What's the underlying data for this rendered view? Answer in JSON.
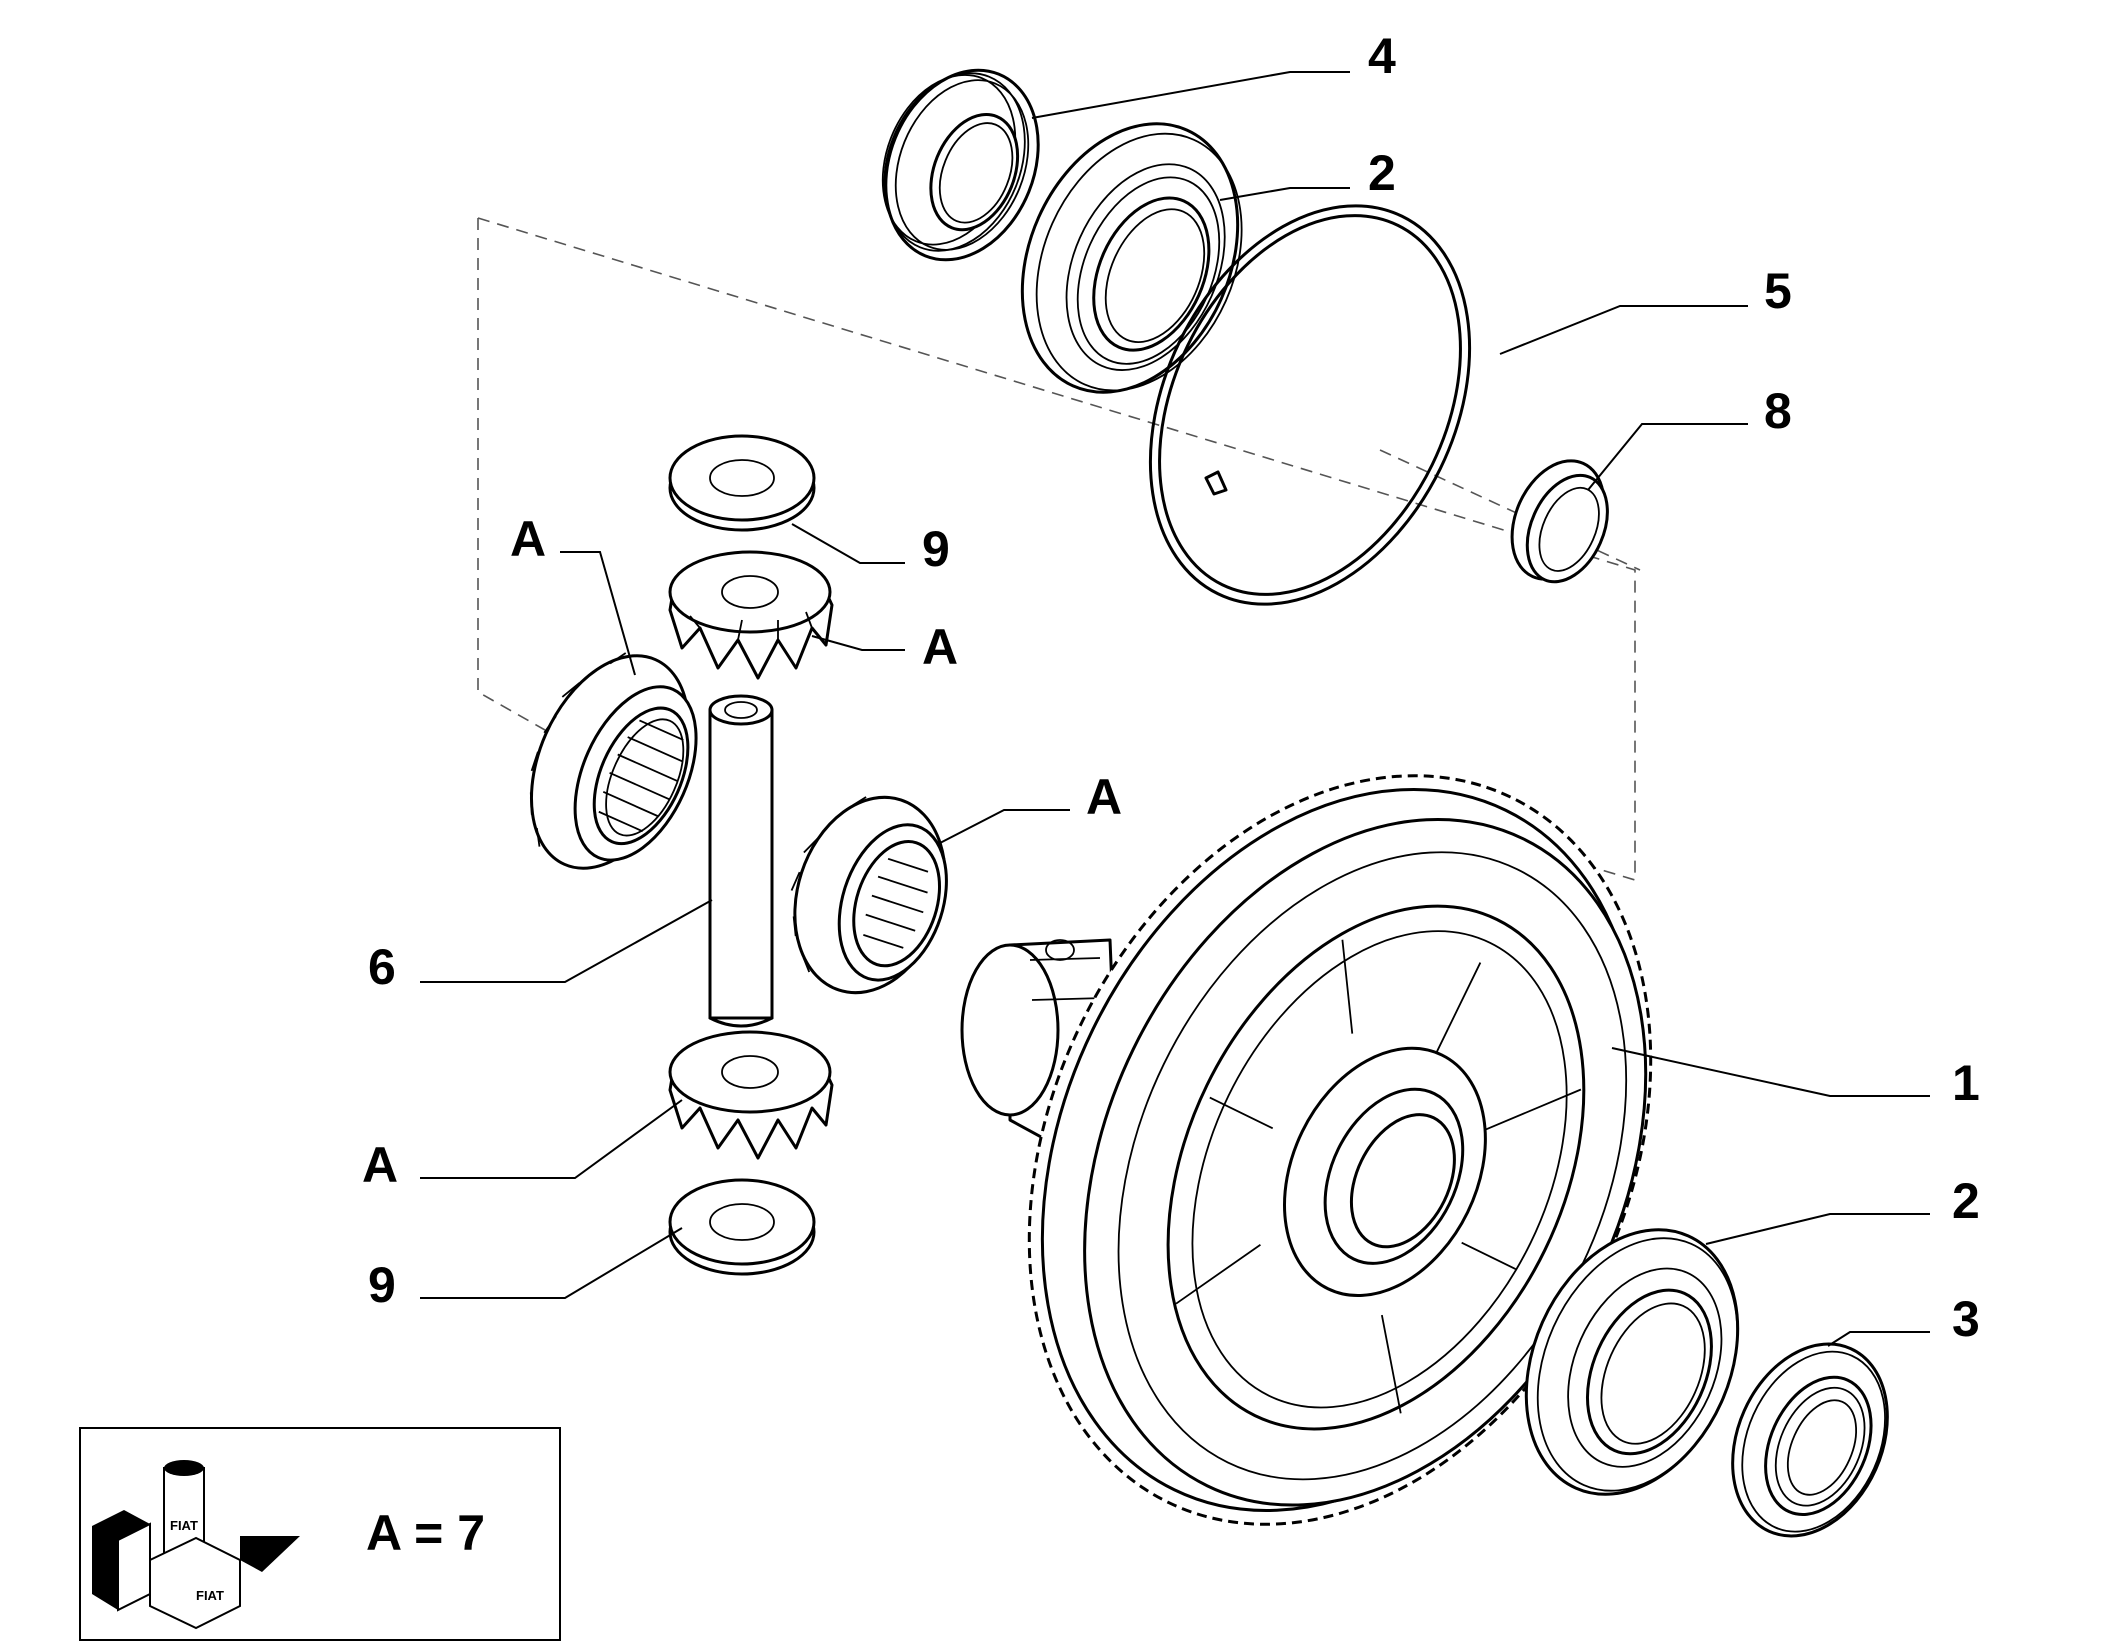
{
  "callouts": {
    "c4": "4",
    "c2_top": "2",
    "c5": "5",
    "c8": "8",
    "c9_top": "9",
    "cA_left": "A",
    "cA_upper": "A",
    "cA_mid": "A",
    "c6": "6",
    "c1": "1",
    "c2_bottom": "2",
    "cA_lower": "A",
    "c3": "3",
    "c9_bottom": "9"
  },
  "legend": {
    "text": "A = 7",
    "logo_text": "FIAT"
  }
}
